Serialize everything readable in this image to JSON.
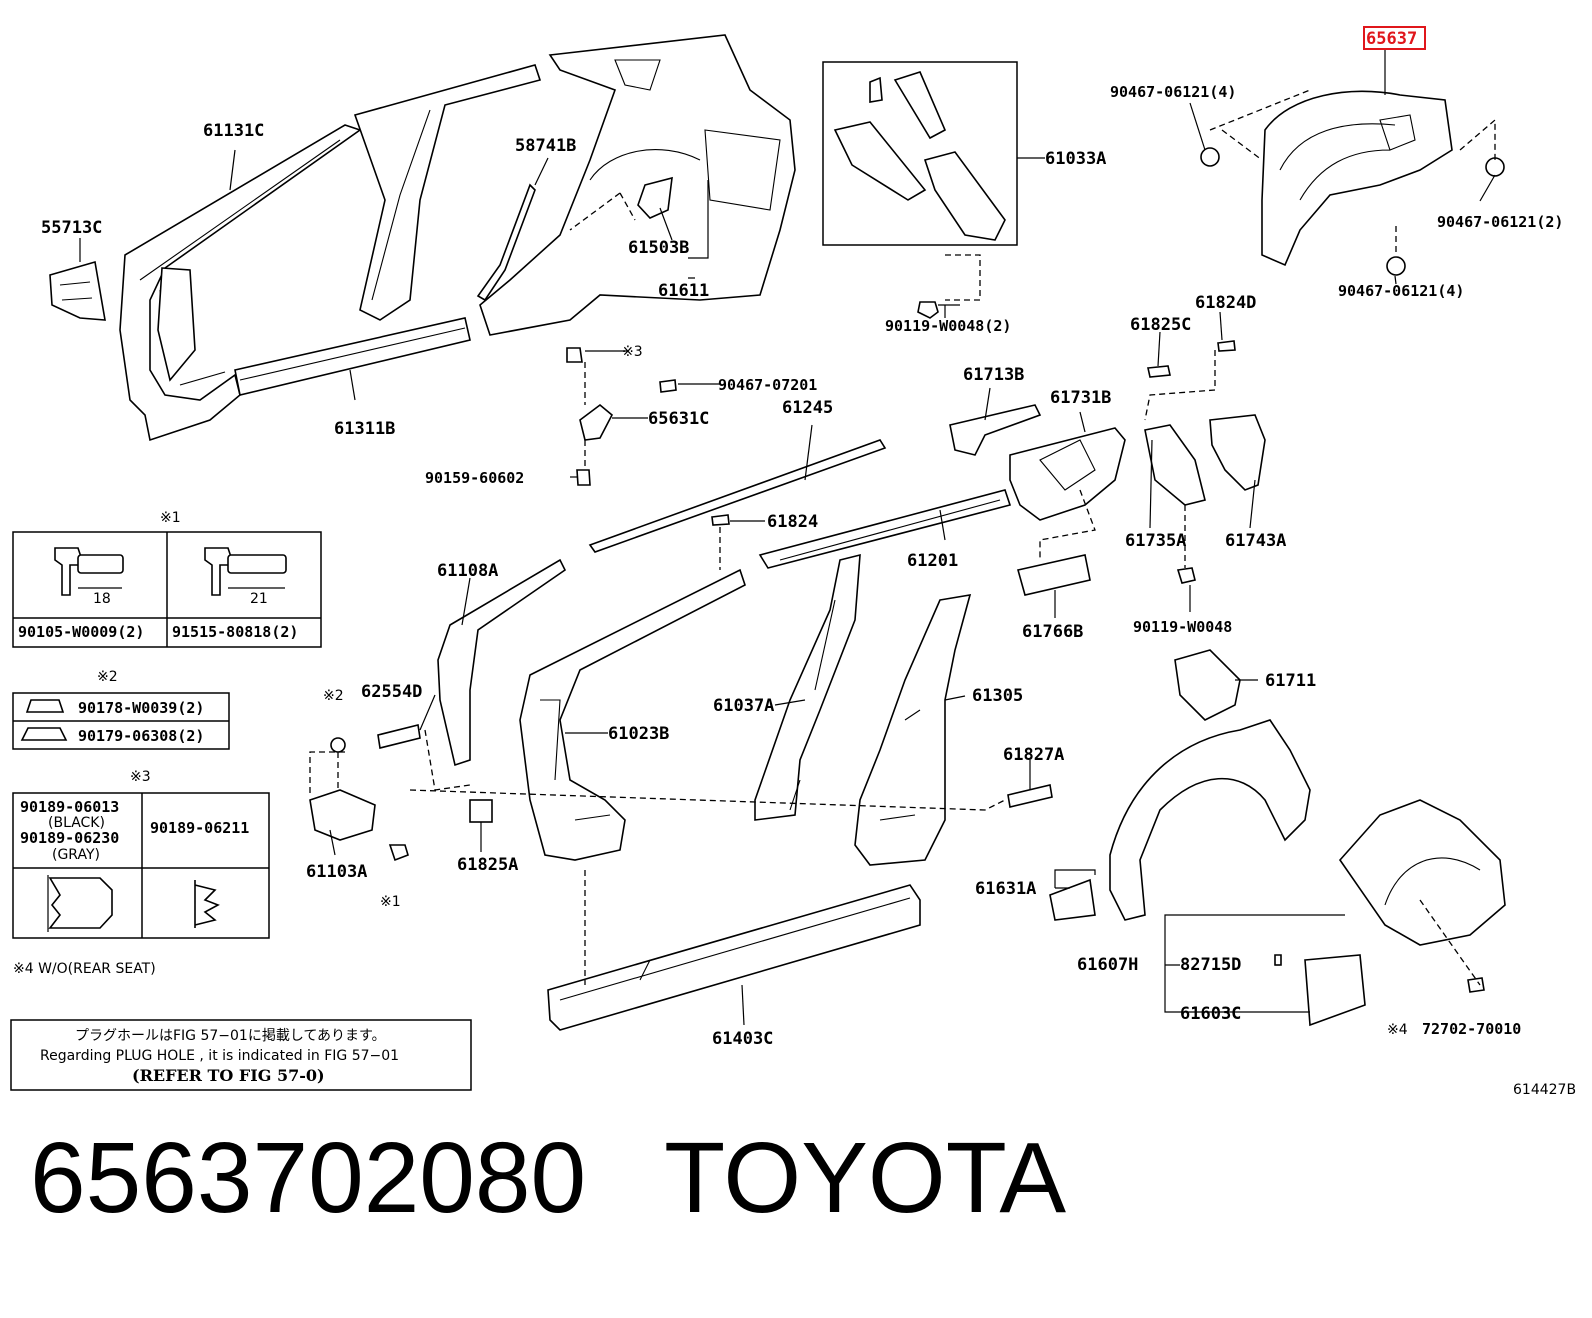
{
  "diagram_code": "614427B",
  "highlighted_part": "65637",
  "labels": {
    "p61131c": "61131C",
    "p55713c": "55713C",
    "p61311b": "61311B",
    "p58741b": "58741B",
    "p61503b": "61503B",
    "p61611": "61611",
    "p61033a": "61033A",
    "p90119_w0048_2": "90119-W0048(2)",
    "p90467_06121_4a": "90467-06121(4)",
    "p90467_06121_2": "90467-06121(2)",
    "p90467_06121_4b": "90467-06121(4)",
    "p61824d": "61824D",
    "p61825c": "61825C",
    "p61713b": "61713B",
    "p61731b": "61731B",
    "p61735a": "61735A",
    "p61743a": "61743A",
    "p90119_w0048": "90119-W0048",
    "p61766b": "61766B",
    "p61711": "61711",
    "p61245": "61245",
    "p61824": "61824",
    "p61201": "61201",
    "p90467_07201": "90467-07201",
    "p65631c": "65631C",
    "p90159_60602": "90159-60602",
    "p61108a": "61108A",
    "p62554d": "62554D",
    "p61023b": "61023B",
    "p61037a": "61037A",
    "p61305": "61305",
    "p61827a": "61827A",
    "p61103a": "61103A",
    "p61825a": "61825A",
    "p61631a": "61631A",
    "p61607h": "61607H",
    "p82715d": "82715D",
    "p61603c": "61603C",
    "p72702_70010": "72702-70010",
    "p61403c": "61403C"
  },
  "markers": {
    "x1": "※1",
    "x2": "※2",
    "x3": "※3",
    "x4": "※4",
    "x3_clip": "※3",
    "x2_nut": "※2",
    "x1_bolt": "※1"
  },
  "legend1": {
    "title": "※1",
    "dim_a": "18",
    "dim_b": "21",
    "part_a": "90105-W0009(2)",
    "part_b": "91515-80818(2)"
  },
  "legend2": {
    "title": "※2",
    "part_a": "90178-W0039(2)",
    "part_b": "90179-06308(2)"
  },
  "legend3": {
    "title": "※3",
    "part_a1": "90189-06013",
    "color_a1": "(BLACK)",
    "part_a2": "90189-06230",
    "color_a2": "(GRAY)",
    "part_b": "90189-06211"
  },
  "footnote4": "※4 W/O(REAR SEAT)",
  "plug_note": {
    "jp": "プラグホールはFIG 57−01に掲載してあります。",
    "en": "Regarding  PLUG  HOLE , it is indicated in FIG 57−01",
    "ref": "(REFER TO FIG 57-0)"
  },
  "caption": {
    "part_number": "6563702080",
    "brand": "TOYOTA"
  },
  "colors": {
    "highlight": "#e0161b",
    "ink": "#000000",
    "paper": "#ffffff"
  }
}
